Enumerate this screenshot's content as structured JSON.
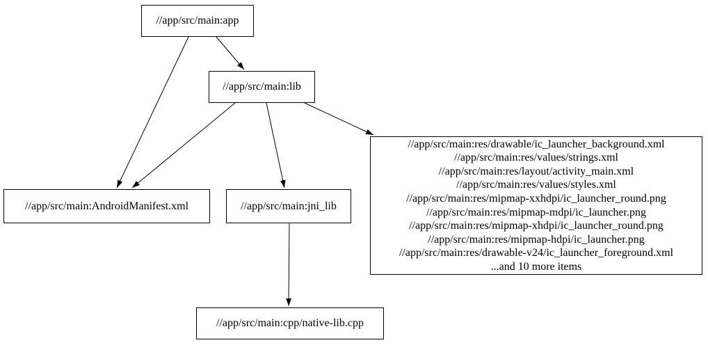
{
  "diagram": {
    "type": "directed-graph",
    "background_color": "#ffffff",
    "node_fill_color": "#ffffff",
    "node_border_color": "#000000",
    "edge_color": "#000000",
    "text_color": "#000000"
  },
  "nodes": {
    "app": {
      "label": "//app/src/main:app"
    },
    "lib": {
      "label": "//app/src/main:lib"
    },
    "manifest": {
      "label": "//app/src/main:AndroidManifest.xml"
    },
    "jni_lib": {
      "label": "//app/src/main:jni_lib"
    },
    "native_lib": {
      "label": "//app/src/main:cpp/native-lib.cpp"
    },
    "res_files": {
      "lines": [
        "//app/src/main:res/drawable/ic_launcher_background.xml",
        "//app/src/main:res/values/strings.xml",
        "//app/src/main:res/layout/activity_main.xml",
        "//app/src/main:res/values/styles.xml",
        "//app/src/main:res/mipmap-xxhdpi/ic_launcher_round.png",
        "//app/src/main:res/mipmap-mdpi/ic_launcher.png",
        "//app/src/main:res/mipmap-xhdpi/ic_launcher_round.png",
        "//app/src/main:res/mipmap-hdpi/ic_launcher.png",
        "//app/src/main:res/drawable-v24/ic_launcher_foreground.xml",
        "...and 10 more items"
      ]
    }
  },
  "edges": [
    {
      "from": "app",
      "to": "manifest"
    },
    {
      "from": "app",
      "to": "lib"
    },
    {
      "from": "lib",
      "to": "manifest"
    },
    {
      "from": "lib",
      "to": "jni_lib"
    },
    {
      "from": "lib",
      "to": "res_files"
    },
    {
      "from": "jni_lib",
      "to": "native_lib"
    }
  ]
}
